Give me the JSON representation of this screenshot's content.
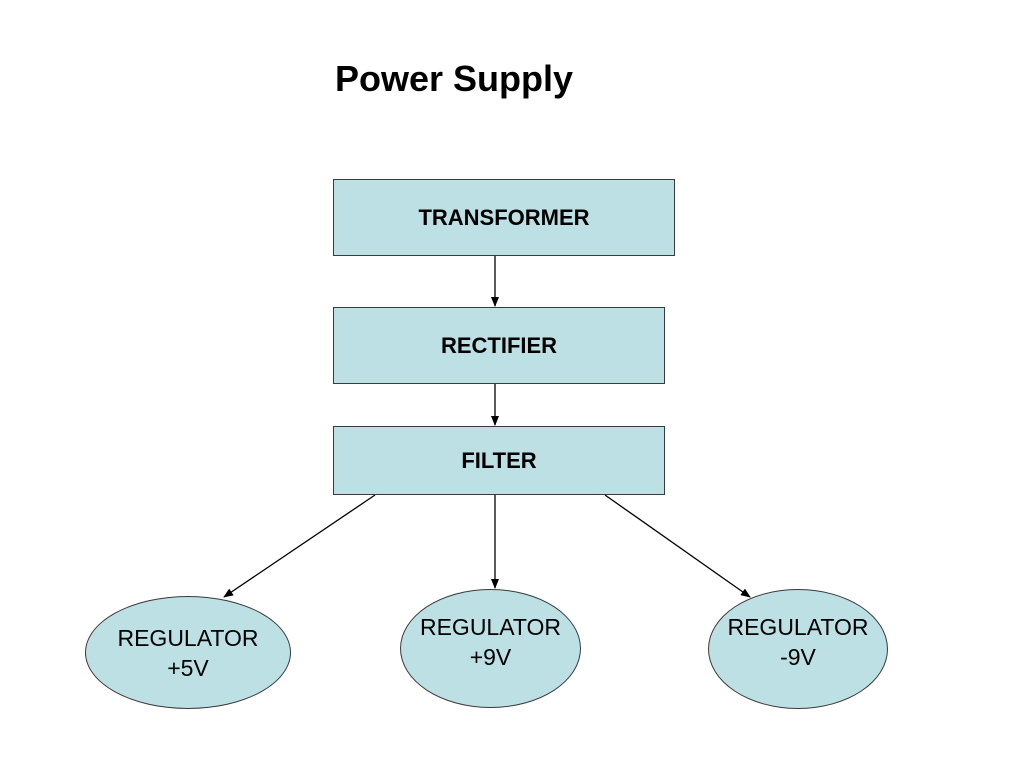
{
  "title": "Power Supply",
  "blocks": {
    "transformer": "TRANSFORMER",
    "rectifier": "RECTIFIER",
    "filter": "FILTER"
  },
  "regulators": [
    {
      "line1": "REGULATOR",
      "line2": "+5V"
    },
    {
      "line1": "REGULATOR",
      "line2": "+9V"
    },
    {
      "line1": "REGULATOR",
      "line2": "-9V"
    }
  ],
  "colors": {
    "block_fill": "#bce0e3",
    "border": "#3a3a3a"
  }
}
